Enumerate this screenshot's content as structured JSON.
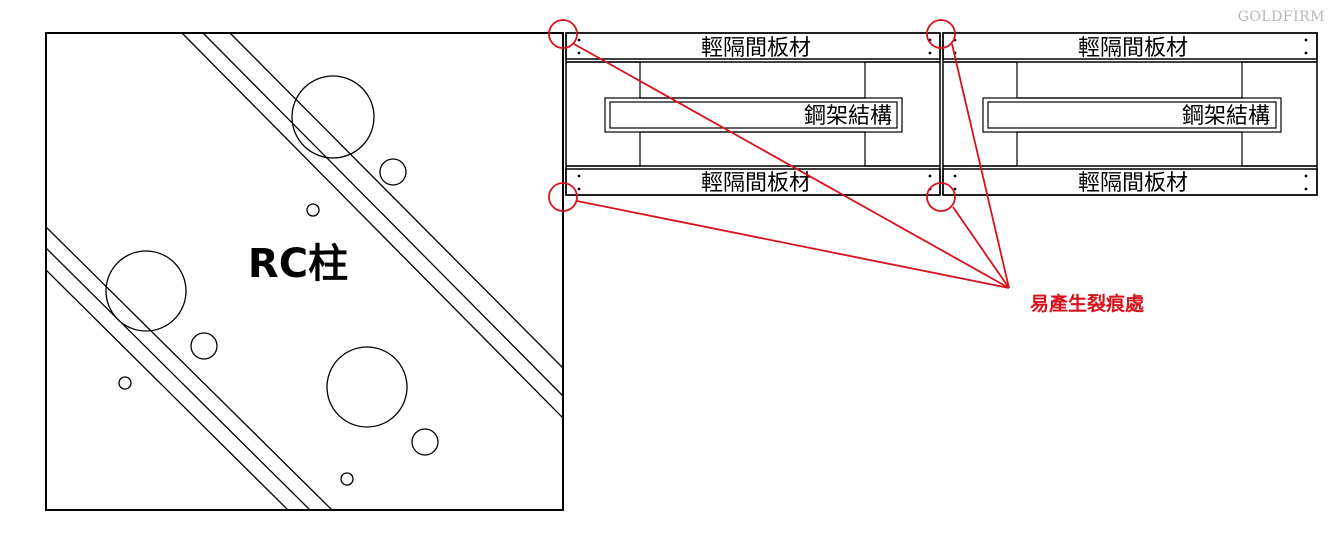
{
  "watermark": "GOLDFIRM",
  "rc_column": {
    "label": "RC柱"
  },
  "left_assembly": {
    "top_panel_label": "輕隔間板材",
    "steel_label": "鋼架結構",
    "bottom_panel_label": "輕隔間板材"
  },
  "right_assembly": {
    "top_panel_label": "輕隔間板材",
    "steel_label": "鋼架結構",
    "bottom_panel_label": "輕隔間板材"
  },
  "callout": {
    "label": "易產生裂痕處",
    "color": "#d7121d"
  }
}
